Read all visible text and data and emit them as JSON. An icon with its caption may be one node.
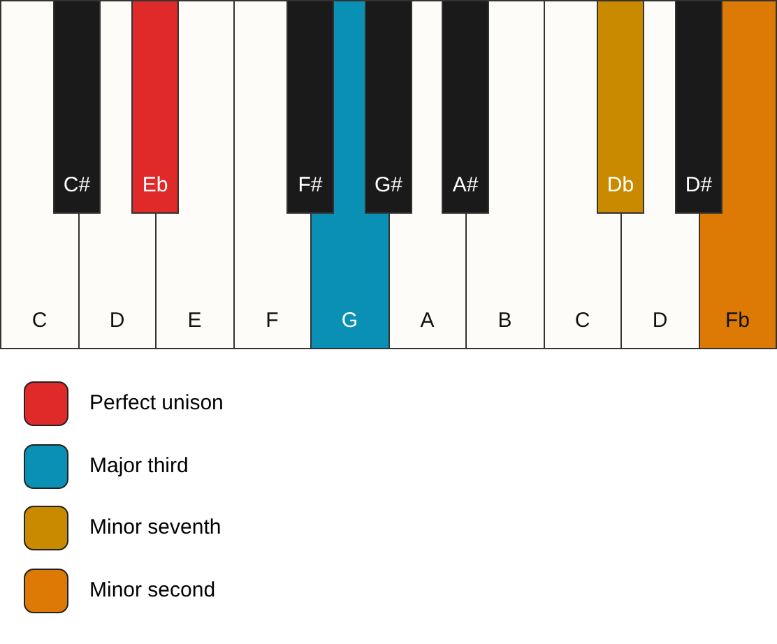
{
  "diagram": {
    "nodes": [
      {
        "text": [
          "C"
        ]
      },
      {
        "text": [
          "D"
        ]
      },
      {
        "text": [
          "E"
        ]
      },
      {
        "text": [
          "F"
        ]
      },
      {
        "text": [
          "G"
        ]
      },
      {
        "text": [
          "A"
        ]
      },
      {
        "text": [
          "B"
        ]
      },
      {
        "text": [
          "C"
        ]
      },
      {
        "text": [
          "D"
        ]
      },
      {
        "text": [
          "Fb"
        ]
      },
      {
        "text": [
          "C#"
        ]
      },
      {
        "text": [
          "Eb"
        ]
      },
      {
        "text": [
          "F#"
        ]
      },
      {
        "text": [
          "G#"
        ]
      },
      {
        "text": [
          "A#"
        ]
      },
      {
        "text": [
          "Db"
        ]
      },
      {
        "text": [
          "D#"
        ]
      }
    ],
    "legend": [
      {
        "text": "Perfect unison",
        "color": "#e02a2a"
      },
      {
        "text": "Major third",
        "color": "#0a8fb5"
      },
      {
        "text": "Minor seventh",
        "color": "#c98a00"
      },
      {
        "text": "Minor second",
        "color": "#dc7a05"
      }
    ]
  }
}
